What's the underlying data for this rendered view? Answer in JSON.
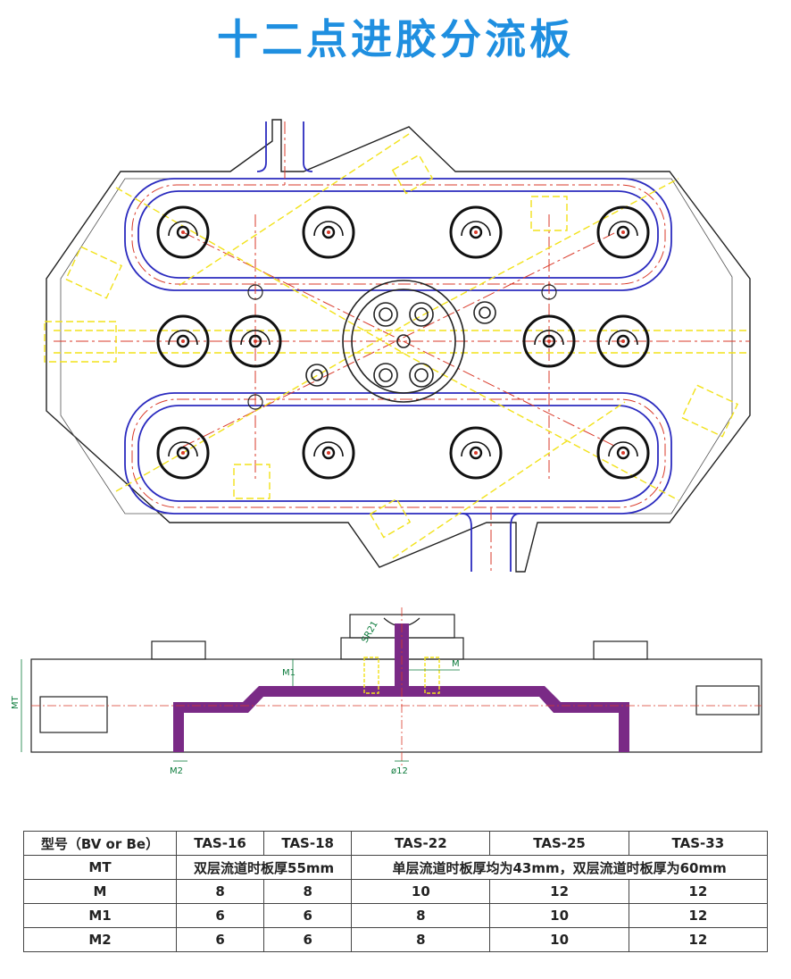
{
  "title": "十二点进胶分流板",
  "colors": {
    "title": "#1f8fe0",
    "outline": "#222222",
    "runner_blue": "#2b2bbf",
    "runner_red": "#d93a2a",
    "heater_yellow": "#f2e21a",
    "runner_fill": "#7a2a86",
    "dimension_green": "#0a7a3a"
  },
  "dimensions": {
    "mt": "MT",
    "m": "M",
    "m1": "M1",
    "m2": "M2",
    "sr": "SR21",
    "phi": "ø12"
  },
  "spec_table": {
    "header": [
      "型号（BV or Be）",
      "TAS-16",
      "TAS-18",
      "TAS-22",
      "TAS-25",
      "TAS-33"
    ],
    "mt_row": {
      "label": "MT",
      "note_a": "双层流道时板厚55mm",
      "note_b": "单层流道时板厚均为43mm，双层流道时板厚为60mm"
    },
    "rows": [
      {
        "label": "M",
        "values": [
          "8",
          "8",
          "10",
          "12",
          "12"
        ]
      },
      {
        "label": "M1",
        "values": [
          "6",
          "6",
          "8",
          "10",
          "12"
        ]
      },
      {
        "label": "M2",
        "values": [
          "6",
          "6",
          "8",
          "10",
          "12"
        ]
      }
    ]
  }
}
